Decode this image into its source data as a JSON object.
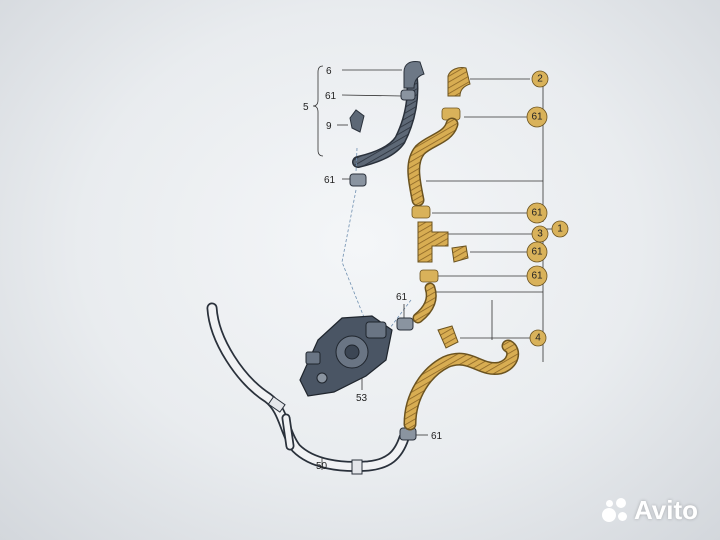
{
  "callouts": {
    "c6": "6",
    "c61a": "61",
    "c9": "9",
    "c5": "5",
    "c61b": "61",
    "c61c": "61",
    "c53": "53",
    "c50": "50",
    "c61d": "61",
    "c2": "2",
    "c61e": "61",
    "c61f": "61",
    "c3": "3",
    "c61g": "61",
    "c61h": "61",
    "c4": "4",
    "c1": "1"
  },
  "colors": {
    "highlight": "#d9b25a",
    "part_dark": "#3c4654",
    "leader": "#333333"
  },
  "watermark": {
    "text": "Avito"
  }
}
